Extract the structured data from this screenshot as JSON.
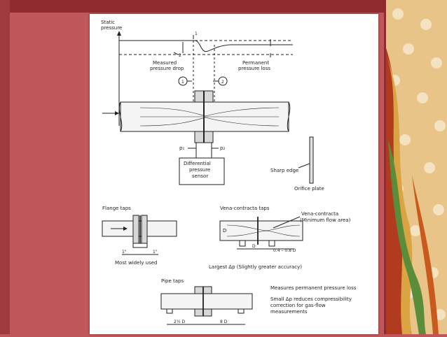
{
  "diagram": {
    "top": {
      "y_axis_label_line1": "Static",
      "y_axis_label_line2": "pressure",
      "marker_1": "1",
      "marker_2": "2",
      "measured_drop_line1": "Measured",
      "measured_drop_line2": "pressure drop",
      "permanent_loss_line1": "Permanent",
      "permanent_loss_line2": "pressure loss",
      "tap_1": "1",
      "tap_2": "2",
      "p1": "p₁",
      "p2": "p₂",
      "sensor_line1": "Differential",
      "sensor_line2": "pressure",
      "sensor_line3": "sensor",
      "sharp_edge": "Sharp edge",
      "orifice_plate": "Orifice plate"
    },
    "flange_taps": {
      "title": "Flange taps",
      "dim_left": "1\"",
      "dim_right": "1\"",
      "caption": "Most widely used"
    },
    "vena_contracta_taps": {
      "title": "Vena-contracta taps",
      "note_line1": "Vena-contracta",
      "note_line2": "(Minimum flow area)",
      "pipe_label": "D",
      "dim_d": "D",
      "dim_range": "0.4 – 0.8 D",
      "caption": "Largest Δp (Slightly greater accuracy)"
    },
    "pipe_taps": {
      "title": "Pipe taps",
      "dim_left": "2½ D",
      "dim_right": "8 D",
      "note1": "Measures permanent pressure loss",
      "note2_line1": "Small Δp reduces compressibility",
      "note2_line2": "correction for gas-flow",
      "note2_line3": "measurements"
    }
  },
  "colors": {
    "background": "#c0575a",
    "paper": "#ffffff",
    "ink": "#222222",
    "deco_gold": "#d9a441",
    "deco_orange": "#c95a1e",
    "deco_green": "#5b8c3a"
  }
}
